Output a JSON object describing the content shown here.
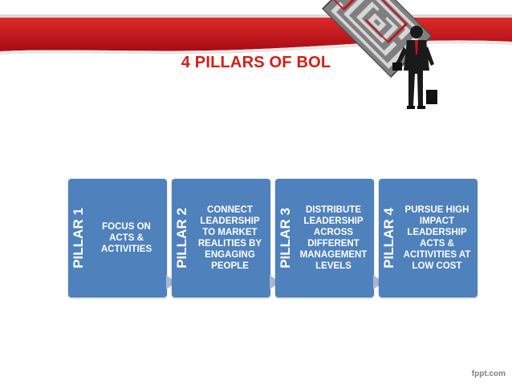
{
  "title": "4 PILLARS OF BOL",
  "pillars": [
    {
      "label": "PILLAR 1",
      "text": "FOCUS ON\nACTS &\nACTIVITIES"
    },
    {
      "label": "PILLAR 2",
      "text": "CONNECT\nLEADERSHIP\nTO MARKET\nREALITIES BY\nENGAGING\nPEOPLE"
    },
    {
      "label": "PILLAR 3",
      "text": "DISTRIBUTE\nLEADERSHIP\nACROSS\nDIFFERENT\nMANAGEMENT\nLEVELS"
    },
    {
      "label": "PILLAR 4",
      "text": "PURSUE HIGH\nIMPACT\nLEADERSHIP\nACTS &\nACITIVITIES AT\nLOW COST"
    }
  ],
  "footer": {
    "brand": "fppt.com"
  },
  "colors": {
    "title": "#d21f17",
    "banner": "#c8101d",
    "card": "#4f81bd",
    "arrow": "#a9b8d1"
  },
  "icons": [
    "maze-illustration",
    "businessman-figure",
    "chevron-arrow-icon"
  ]
}
